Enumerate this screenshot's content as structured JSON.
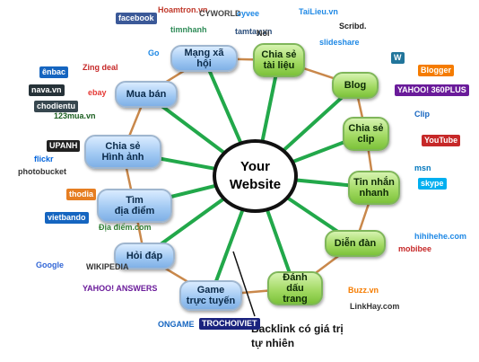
{
  "center": {
    "label": "Your\nWebsite"
  },
  "nodes": [
    {
      "id": "mang-xa-hoi",
      "label": "Mạng xã hội",
      "color": "blue"
    },
    {
      "id": "chia-se-tai-lieu",
      "label": "Chia sẻ\ntài liệu",
      "color": "green"
    },
    {
      "id": "blog",
      "label": "Blog",
      "color": "green"
    },
    {
      "id": "chia-se-clip",
      "label": "Chia sẻ\nclip",
      "color": "green"
    },
    {
      "id": "tin-nhan-nhanh",
      "label": "Tin nhắn\nnhanh",
      "color": "green"
    },
    {
      "id": "dien-dan",
      "label": "Diễn đàn",
      "color": "green"
    },
    {
      "id": "danh-dau-trang",
      "label": "Đánh\ndấu trang",
      "color": "green"
    },
    {
      "id": "game-truc-tuyen",
      "label": "Game\ntrực tuyến",
      "color": "blue"
    },
    {
      "id": "hoi-dap",
      "label": "Hỏi đáp",
      "color": "blue"
    },
    {
      "id": "tim-dia-diem",
      "label": "Tìm\nđịa điểm",
      "color": "blue"
    },
    {
      "id": "chia-se-hinh-anh",
      "label": "Chia sẻ\nHình ảnh",
      "color": "blue"
    },
    {
      "id": "mua-ban",
      "label": "Mua bán",
      "color": "blue"
    }
  ],
  "annotation": "Backlink có giá trị\ntự nhiên",
  "logos": [
    {
      "id": "facebook",
      "text": "facebook",
      "color": "#ffffff",
      "bg": "#3b5998"
    },
    {
      "id": "hoamtron",
      "text": "Hoamtron.vn",
      "color": "#c0392b"
    },
    {
      "id": "cyworld",
      "text": "CYWORLD",
      "color": "#444444"
    },
    {
      "id": "cyvee",
      "text": "cyvee",
      "color": "#1e88e5"
    },
    {
      "id": "tailieu",
      "text": "TaiLieu.vn",
      "color": "#1e88e5"
    },
    {
      "id": "scribd",
      "text": "Scribd.",
      "color": "#222222"
    },
    {
      "id": "slideshare",
      "text": "slideshare",
      "color": "#1e88e5"
    },
    {
      "id": "tamtay",
      "text": "tamtay.vn",
      "color": "#2a4d7a"
    },
    {
      "id": "timnhanh",
      "text": "timnhanh",
      "color": "#2e8b57"
    },
    {
      "id": "go",
      "text": "Go",
      "color": "#1e88e5"
    },
    {
      "id": "noi",
      "text": "Nối",
      "color": "#333333"
    },
    {
      "id": "enbac",
      "text": "ênbac",
      "color": "#ffffff",
      "bg": "#1565c0"
    },
    {
      "id": "zing-deal",
      "text": "Zing deal",
      "color": "#c62828"
    },
    {
      "id": "nava",
      "text": "nava.vn",
      "color": "#ffffff",
      "bg": "#263238"
    },
    {
      "id": "ebay",
      "text": "ebay",
      "color": "#e53935"
    },
    {
      "id": "chodientu",
      "text": "chodientu",
      "color": "#ffffff",
      "bg": "#37474f"
    },
    {
      "id": "123mua",
      "text": "123mua.vn",
      "color": "#1b5e20"
    },
    {
      "id": "upanh",
      "text": "UPANH",
      "color": "#ffffff",
      "bg": "#212121"
    },
    {
      "id": "flickr",
      "text": "flickr",
      "color": "#0063dc"
    },
    {
      "id": "photobucket",
      "text": "photobucket",
      "color": "#333333"
    },
    {
      "id": "thodia",
      "text": "thodia",
      "color": "#ffffff",
      "bg": "#e67e22"
    },
    {
      "id": "vietbando",
      "text": "vietbando",
      "color": "#ffffff",
      "bg": "#1565c0"
    },
    {
      "id": "diadiem",
      "text": "Địa điểm.com",
      "color": "#2e7d32"
    },
    {
      "id": "google",
      "text": "Google",
      "color": "#3367d6"
    },
    {
      "id": "wikipedia",
      "text": "WIKIPEDIA",
      "color": "#333333"
    },
    {
      "id": "yahoo-answers",
      "text": "YAHOO! ANSWERS",
      "color": "#6a1b9a"
    },
    {
      "id": "ongame",
      "text": "ONGAME",
      "color": "#1565c0"
    },
    {
      "id": "trochoiviet",
      "text": "TROCHOIVIET",
      "color": "#ffffff",
      "bg": "#1a237e"
    },
    {
      "id": "wordpress",
      "text": "W",
      "color": "#ffffff",
      "bg": "#21759b"
    },
    {
      "id": "blogger",
      "text": "Blogger",
      "color": "#ffffff",
      "bg": "#f57c00"
    },
    {
      "id": "yahoo-360plus",
      "text": "YAHOO! 360PLUS",
      "color": "#ffffff",
      "bg": "#6a1b9a"
    },
    {
      "id": "clip",
      "text": "Clip",
      "color": "#1565c0"
    },
    {
      "id": "youtube",
      "text": "YouTube",
      "color": "#ffffff",
      "bg": "#c62828"
    },
    {
      "id": "msn",
      "text": "msn",
      "color": "#0277bd"
    },
    {
      "id": "skype",
      "text": "skype",
      "color": "#ffffff",
      "bg": "#00aff0"
    },
    {
      "id": "hihihehe",
      "text": "hihihehe.com",
      "color": "#1e88e5"
    },
    {
      "id": "mobibee",
      "text": "mobibee",
      "color": "#c62828"
    },
    {
      "id": "buzz",
      "text": "Buzz.vn",
      "color": "#f57c00"
    },
    {
      "id": "linkhay",
      "text": "LinkHay.com",
      "color": "#333333"
    }
  ]
}
